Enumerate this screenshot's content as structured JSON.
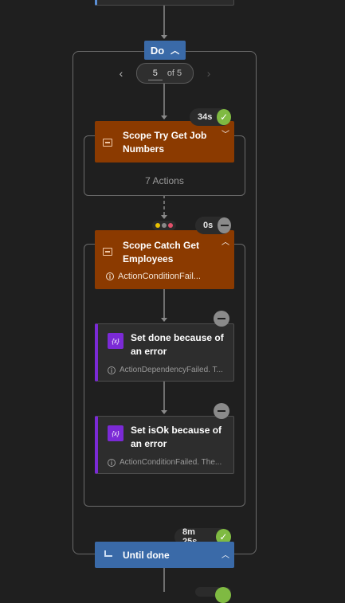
{
  "loop": {
    "do_label": "Do",
    "pager": {
      "current": "5",
      "of_text": "of 5"
    }
  },
  "scope_try": {
    "title": "Scope Try Get Job Numbers",
    "duration": "34s",
    "actions_text": "7 Actions",
    "status": "succeeded"
  },
  "run_after_dots": [
    "#e8c000",
    "#8a8a8a",
    "#e0506a"
  ],
  "scope_catch": {
    "title": "Scope Catch Get Employees",
    "duration": "0s",
    "error": "ActionConditionFail...",
    "status": "skipped"
  },
  "set_done": {
    "title": "Set done because of an error",
    "error": "ActionDependencyFailed. T...",
    "status": "skipped",
    "icon_text": "{x}"
  },
  "set_isok": {
    "title": "Set isOk because of an error",
    "error": "ActionConditionFailed. The...",
    "status": "skipped",
    "icon_text": "{x}"
  },
  "until": {
    "title": "Until done",
    "duration": "8m 25s",
    "status": "succeeded"
  },
  "colors": {
    "scope": "#8b3a00",
    "variable": "#7b2ad6",
    "control": "#3a6aa8",
    "success": "#7fba42",
    "skipped": "#8a8a8a"
  }
}
